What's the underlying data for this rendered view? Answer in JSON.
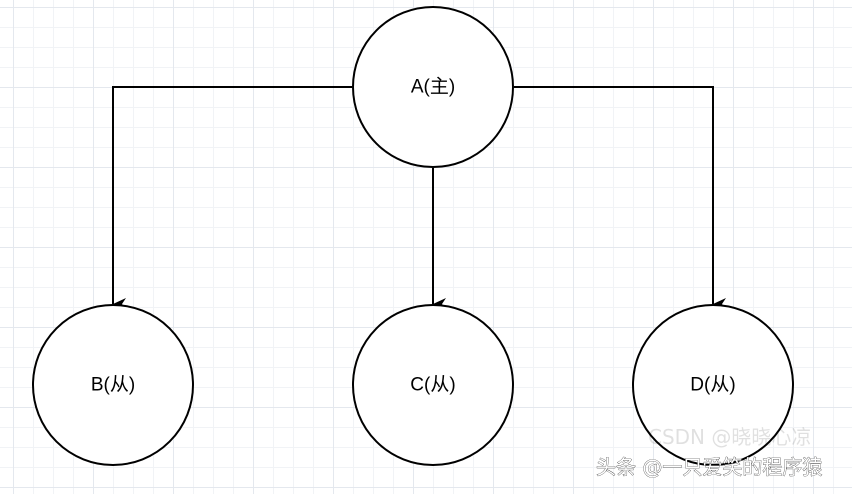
{
  "diagram": {
    "nodes": {
      "a": {
        "label": "A(主)"
      },
      "b": {
        "label": "B(从)"
      },
      "c": {
        "label": "C(从)"
      },
      "d": {
        "label": "D(从)"
      }
    },
    "edges": [
      {
        "from": "A(主)",
        "to": "B(从)"
      },
      {
        "from": "A(主)",
        "to": "C(从)"
      },
      {
        "from": "A(主)",
        "to": "D(从)"
      }
    ]
  },
  "watermark": {
    "faint_text": "CSDN @晓晓心凉",
    "text": "头条 @一只爱笑的程序猿"
  },
  "colors": {
    "stroke": "#000000",
    "grid_major": "#e4e8ee",
    "grid_minor": "#f1f3f6",
    "background": "#ffffff"
  }
}
